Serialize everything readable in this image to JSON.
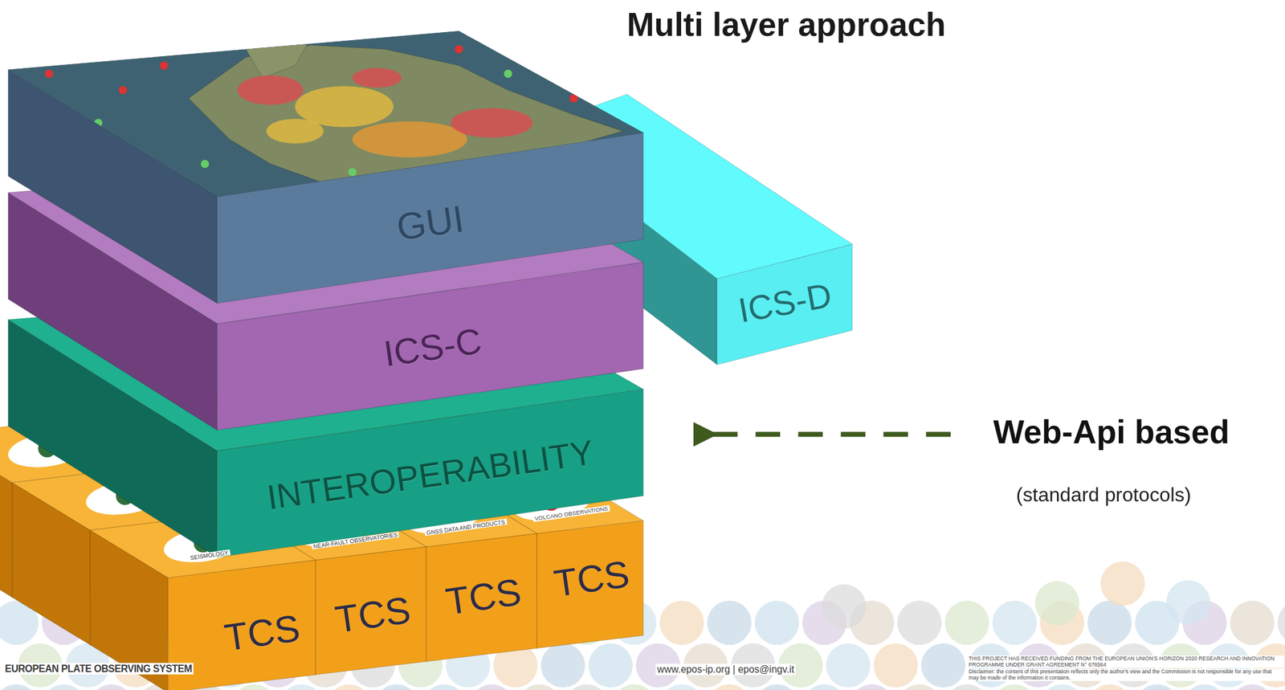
{
  "diagram": {
    "title": "Multi layer approach",
    "nodes": [
      {
        "text": [
          "GUI"
        ]
      },
      {
        "text": [
          "ICS-D"
        ]
      },
      {
        "text": [
          "ICS-C"
        ]
      },
      {
        "text": [
          "INTEROPERABILITY"
        ]
      },
      {
        "text": [
          "TCS"
        ]
      },
      {
        "text": [
          "TCS"
        ]
      },
      {
        "text": [
          "TCS"
        ]
      },
      {
        "text": [
          "TCS"
        ]
      }
    ],
    "labels": [
      "Web-Api based",
      "(standard protocols)",
      "SEISMOLOGY",
      "NEAR-FAULT OBSERVATORIES",
      "GNSS DATA AND PRODUCTS",
      "VOLCANO OBSERVATIONS",
      "EUROPEAN PLATE OBSERVING SYSTEM",
      "www.epos-ip.org | epos@ingv.it",
      "THIS PROJECT HAS RECEIVED FUNDING FROM THE EUROPEAN UNION'S HORIZON 2020 RESEARCH AND INNOVATION PROGRAMME UNDER GRANT AGREEMENT N° 676564",
      "Disclaimer: the content of this presentation reflects only the author's view and the Commission is not responsible for any use that may be made of the information it contains."
    ]
  }
}
